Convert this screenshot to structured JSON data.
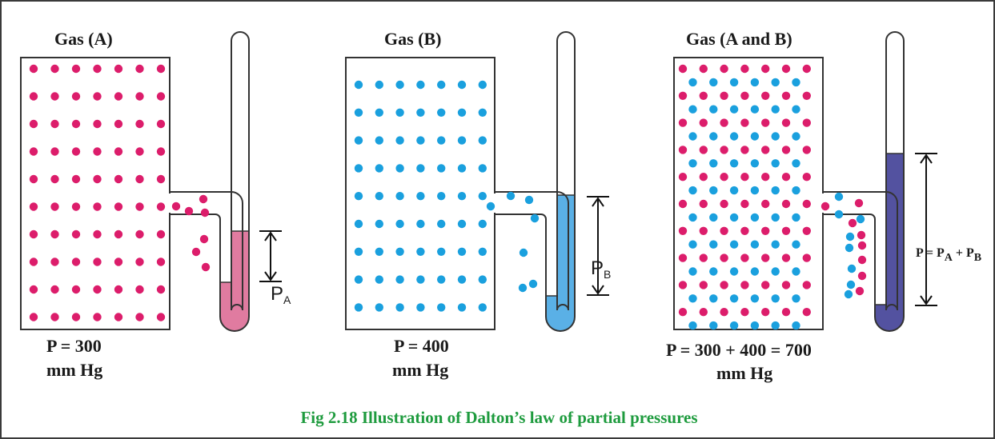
{
  "panels": [
    {
      "title": "Gas (A)",
      "pressure": "P = 300",
      "unit": "mm Hg",
      "gauge_label": "P",
      "gauge_sub": "A",
      "liquid_color": "#e07ba0",
      "gas": "A"
    },
    {
      "title": "Gas (B)",
      "pressure": "P = 400",
      "unit": "mm Hg",
      "gauge_label": "P",
      "gauge_sub": "B",
      "liquid_color": "#5ab0e6",
      "gas": "B"
    },
    {
      "title": "Gas (A and B)",
      "pressure": "P = 300 + 400 = 700",
      "unit": "mm Hg",
      "gas": "A+B",
      "liquid_color": "#5352a0"
    }
  ],
  "equation": {
    "lhs": "P = P",
    "sub_a": "A",
    "plus": " + P",
    "sub_b": "B"
  },
  "caption": "Fig 2.18  Illustration of Dalton’s law of partial pressures",
  "colors": {
    "gas_a": "#dc1d6b",
    "gas_b": "#1aa0de",
    "caption": "#1e9b3e",
    "outline": "#333333"
  }
}
